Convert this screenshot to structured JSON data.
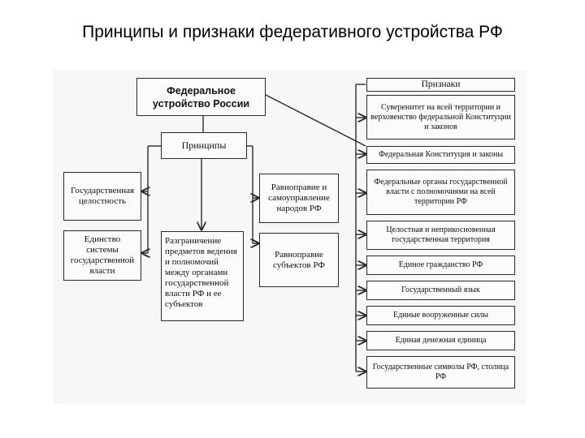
{
  "slide_title": "Принципы и признаки федеративного устройства РФ",
  "diagram": {
    "root": "Федеральное устройство России",
    "principles_header": "Принципы",
    "principles_left": [
      "Государственная целостность",
      "Единство системы государственной власти"
    ],
    "principles_center": "Разграничение предметов ведения и полномочий между органами государственной власти РФ и ее субъектов",
    "principles_right": [
      "Равноправие и самоуправление народов РФ",
      "Равноправие субъектов РФ"
    ],
    "features_header": "Признаки",
    "features": [
      "Суверенитет на всей территории и верховенство федеральной Конституции и законов",
      "Федеральная Конституция и законы",
      "Федеральные органы государственной власти с полномочиями на всей территории РФ",
      "Целостная и неприкосновенная государственная территория",
      "Единое гражданство РФ",
      "Государственный язык",
      "Единые вооруженные силы",
      "Единая денежная единица",
      "Государственные символы РФ, столица РФ"
    ]
  }
}
